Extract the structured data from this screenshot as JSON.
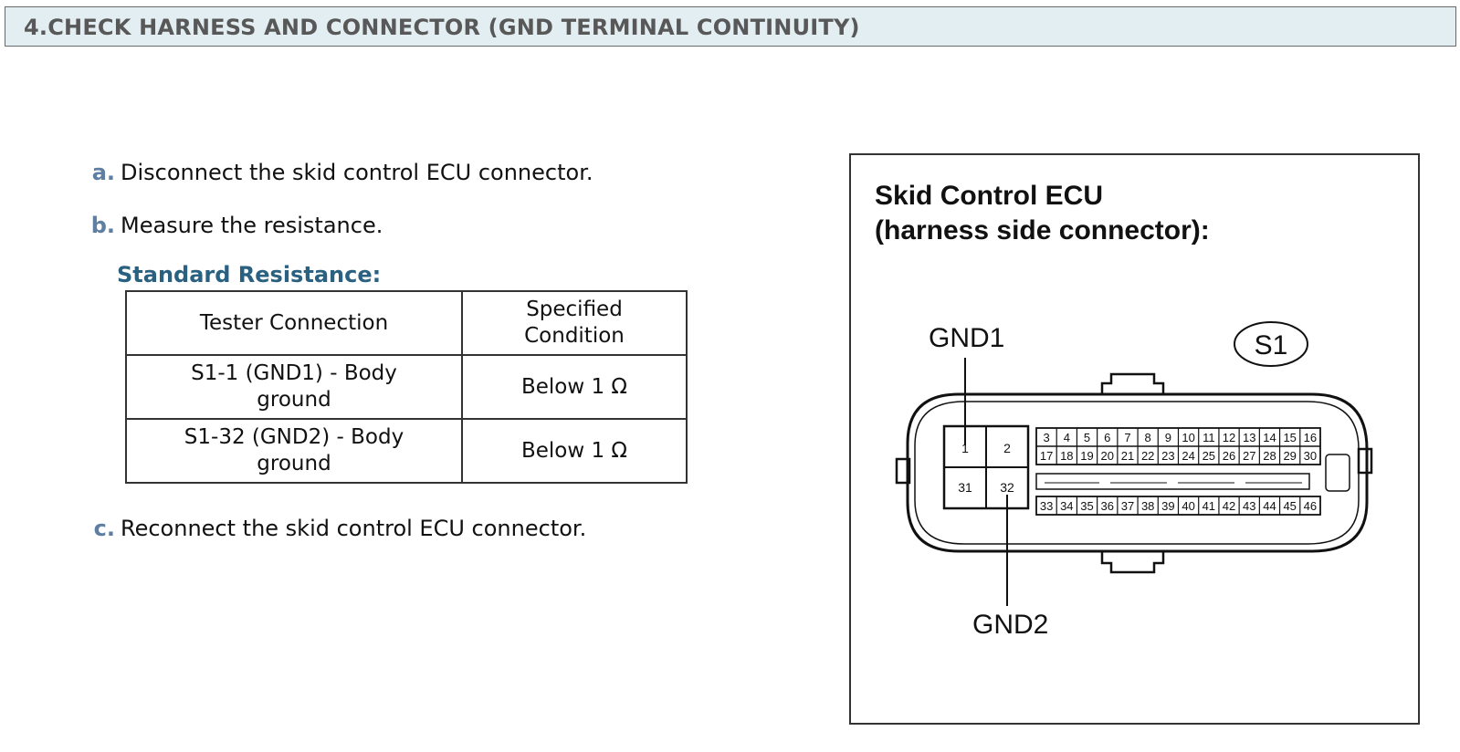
{
  "header": {
    "title": "4.CHECK HARNESS AND CONNECTOR (GND TERMINAL CONTINUITY)"
  },
  "steps": {
    "a": {
      "letter": "a.",
      "text": "Disconnect the skid control ECU connector."
    },
    "b": {
      "letter": "b.",
      "text": "Measure the resistance."
    },
    "c": {
      "letter": "c.",
      "text": "Reconnect the skid control ECU connector."
    }
  },
  "standard": {
    "title": "Standard Resistance:",
    "headers": {
      "connection_line1": "Tester Connection",
      "condition_line1": "Specified",
      "condition_line2": "Condition"
    },
    "rows": [
      {
        "conn_line1": "S1-1 (GND1) - Body",
        "conn_line2": "ground",
        "cond": "Below 1 Ω"
      },
      {
        "conn_line1": "S1-32 (GND2) - Body",
        "conn_line2": "ground",
        "cond": "Below 1 Ω"
      }
    ]
  },
  "figure": {
    "title_line1": "Skid Control ECU",
    "title_line2": "(harness side connector):",
    "label_gnd1": "GND1",
    "label_gnd2": "GND2",
    "connector_code": "S1",
    "big_pins": [
      "1",
      "2",
      "31",
      "32"
    ],
    "pins_row1": [
      "3",
      "4",
      "5",
      "6",
      "7",
      "8",
      "9",
      "10",
      "11",
      "12",
      "13",
      "14",
      "15",
      "16"
    ],
    "pins_row2": [
      "17",
      "18",
      "19",
      "20",
      "21",
      "22",
      "23",
      "24",
      "25",
      "26",
      "27",
      "28",
      "29",
      "30"
    ],
    "pins_row3": [
      "33",
      "34",
      "35",
      "36",
      "37",
      "38",
      "39",
      "40",
      "41",
      "42",
      "43",
      "44",
      "45",
      "46"
    ]
  }
}
